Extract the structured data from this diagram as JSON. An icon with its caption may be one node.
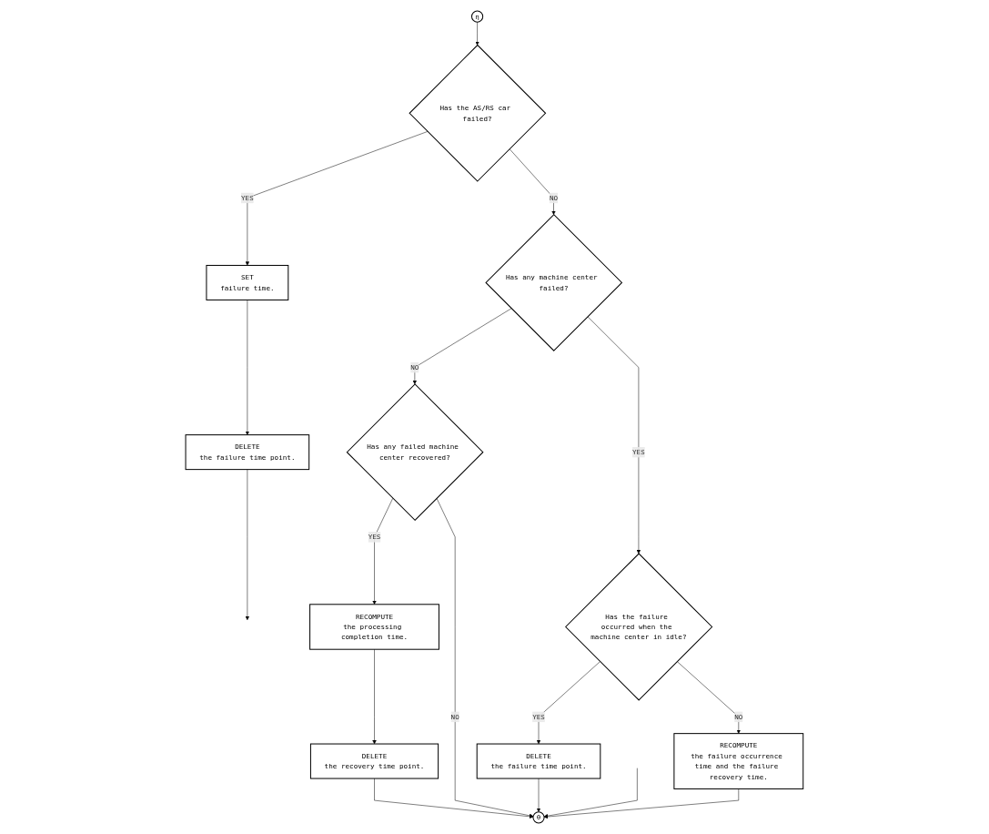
{
  "diagram": {
    "nodes": [
      {
        "text": [
          "η"
        ]
      },
      {
        "text": [
          "Has the AS/RS car failed?"
        ]
      },
      {
        "text": [
          "SET",
          "failure time."
        ]
      },
      {
        "text": [
          "DELETE",
          "the failure time point."
        ]
      },
      {
        "text": [
          "Has any machine center failed?"
        ]
      },
      {
        "text": [
          "Has any failed machine center recovered?"
        ]
      },
      {
        "text": [
          "Has the failure occurred when the machine center in idle?"
        ]
      },
      {
        "text": [
          "DELETE",
          "the failure time point."
        ]
      },
      {
        "text": [
          "RECOMPUTE",
          "the processing completion time."
        ]
      },
      {
        "text": [
          "RECOMPUTE",
          "the failure occurrence time and the failure recovery time."
        ]
      },
      {
        "text": [
          "DELETE",
          "the recovery time point."
        ]
      },
      {
        "text": [
          "θ"
        ]
      }
    ],
    "edges": [
      {
        "from": 0,
        "to": 1,
        "arrow": "to"
      },
      {
        "from": 1,
        "to": 2,
        "arrow": "to",
        "label": "YES"
      },
      {
        "from": 2,
        "to": 3,
        "arrow": "to"
      },
      {
        "from": 3,
        "to": null,
        "arrow": "to"
      },
      {
        "from": 1,
        "to": 4,
        "arrow": "to",
        "label": "NO"
      },
      {
        "from": 4,
        "to": 5,
        "arrow": "to",
        "label": "NO"
      },
      {
        "from": 4,
        "to": 6,
        "arrow": "to",
        "label": "YES"
      },
      {
        "from": 5,
        "to": 8,
        "arrow": "to",
        "label": "YES"
      },
      {
        "from": 5,
        "to": 11,
        "arrow": "to",
        "label": "NO"
      },
      {
        "from": 6,
        "to": 7,
        "arrow": "to",
        "label": "YES"
      },
      {
        "from": 6,
        "to": 9,
        "arrow": "to",
        "label": "NO"
      },
      {
        "from": 7,
        "to": 11,
        "arrow": "to"
      },
      {
        "from": 9,
        "to": 11,
        "arrow": "to"
      },
      {
        "from": 8,
        "to": 10,
        "arrow": "to"
      },
      {
        "from": 10,
        "to": 11,
        "arrow": "to"
      },
      {
        "from": null,
        "to": 11,
        "arrow": "to"
      }
    ]
  }
}
